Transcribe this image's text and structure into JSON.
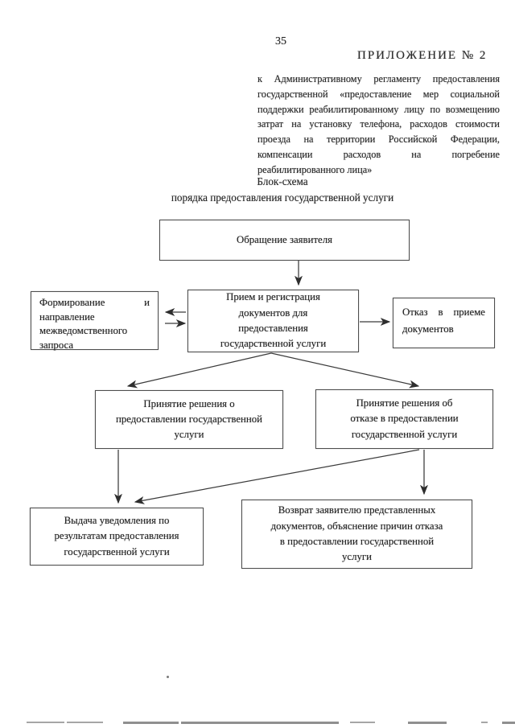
{
  "page": {
    "number": "35",
    "appendix": "ПРИЛОЖЕНИЕ № 2",
    "preamble": "к Административному регламенту предоставления государственной «предоставление мер социальной поддержки реабилитированному лицу по возмещению затрат на установку телефона, расходов стоимости проезда на территории Российской Федерации, компенсации расходов на погребение реабилитированного лица»",
    "title": {
      "line1": "Блок-схема",
      "line2": "порядка предоставления государственной услуги"
    }
  },
  "flowchart": {
    "nodes": {
      "applicant_request": {
        "lines": [
          "Обращение заявителя"
        ]
      },
      "reception": {
        "lines": [
          "Прием и регистрация",
          "документов для",
          "предоставления",
          "государственной услуги"
        ]
      },
      "interagency": {
        "lines": [
          "Формирование и",
          "направление",
          "межведомственного",
          "запроса"
        ]
      },
      "refusal_accept": {
        "lines": [
          "Отказ в приеме",
          "документов"
        ]
      },
      "decision_grant": {
        "lines": [
          "Принятие решения о",
          "предоставлении государственной",
          "услуги"
        ]
      },
      "decision_refuse": {
        "lines": [
          "Принятие решения об",
          "отказе в предоставлении",
          "государственной услуги"
        ]
      },
      "issue_notice": {
        "lines": [
          "Выдача уведомления по",
          "результатам предоставления",
          "государственной услуги"
        ]
      },
      "return_docs": {
        "lines": [
          "Возврат заявителю представленных",
          "документов, объяснение причин отказа",
          "в предоставлении государственной",
          "услуги"
        ]
      }
    },
    "colors": {
      "line": "#3b3b3b",
      "border": "#4e4e4e",
      "text": "#262626"
    }
  }
}
